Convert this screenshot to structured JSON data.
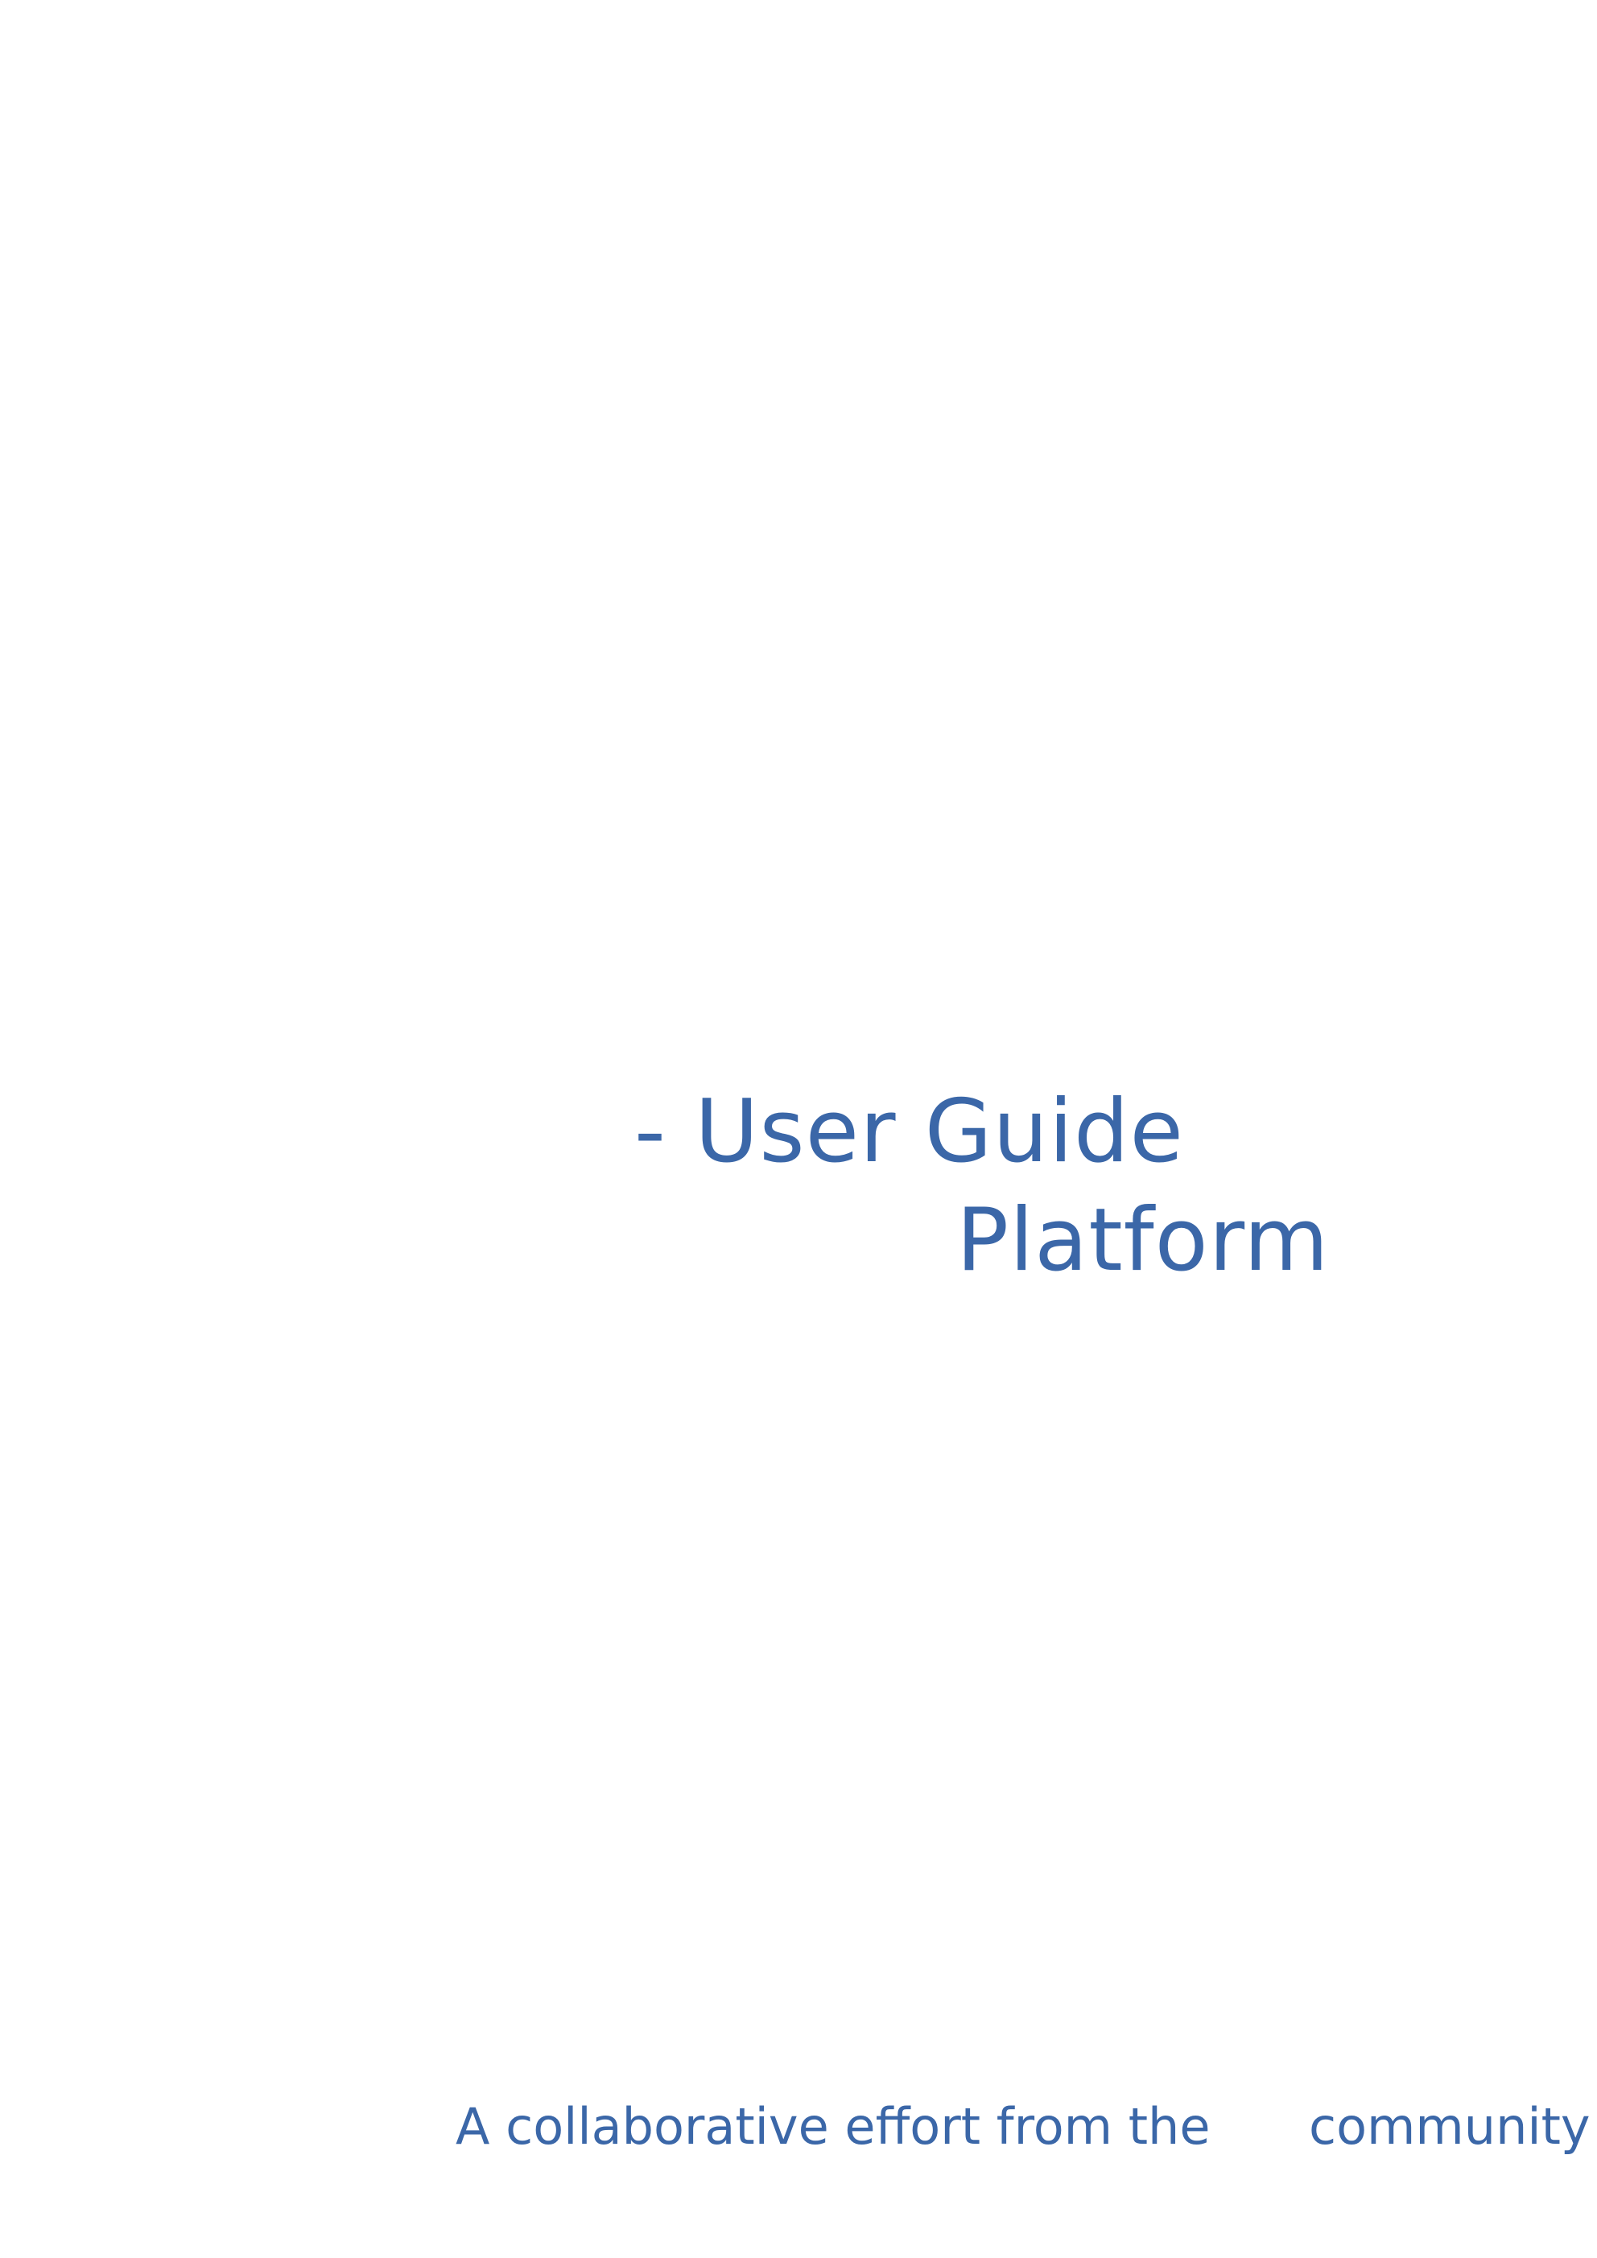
{
  "cover": {
    "title_line_1": "- User Guide",
    "title_line_2": "Platform",
    "footer_left": "A collaborative effort from the",
    "footer_right": "community"
  },
  "colors": {
    "text": "#3b67a8",
    "background": "#ffffff"
  }
}
